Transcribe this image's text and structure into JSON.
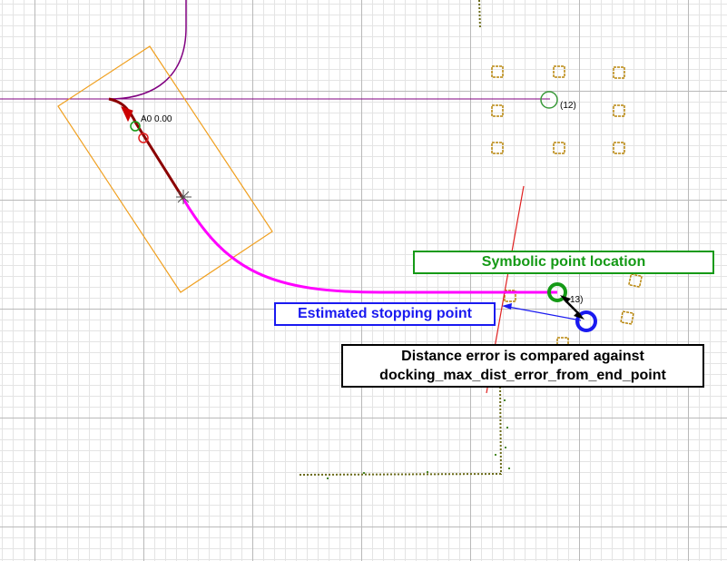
{
  "annotations": {
    "symbolic_point": "Symbolic point location",
    "estimated_stopping": "Estimated stopping point",
    "distance_error_line1": "Distance error is compared against",
    "distance_error_line2": "docking_max_dist_error_from_end_point"
  },
  "labels": {
    "vehicle": "A0 0.00",
    "point_12": "(12)",
    "point_13": "13)"
  },
  "colors": {
    "trajectory": "#ff00ff",
    "path": "#800080",
    "vehicle_outline": "#f0a020",
    "symbolic": "#159a16",
    "estimated": "#1a1af0",
    "boundary": "#e02020",
    "scan_points": "#6b6b1a",
    "markers": "#b8860b"
  }
}
